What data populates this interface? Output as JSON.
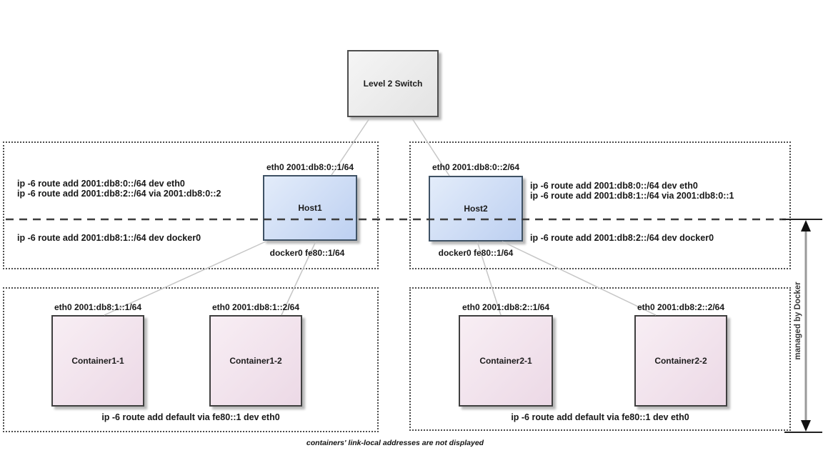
{
  "switch": {
    "label": "Level 2 Switch"
  },
  "hosts": [
    {
      "name": "Host1",
      "eth_label": "eth0 2001:db8:0::1/64",
      "docker_label": "docker0 fe80::1/64",
      "route_eth_1": "ip -6 route add 2001:db8:0::/64 dev eth0",
      "route_eth_2": "ip -6 route add 2001:db8:2::/64 via 2001:db8:0::2",
      "route_docker": "ip -6 route add 2001:db8:1::/64 dev docker0"
    },
    {
      "name": "Host2",
      "eth_label": "eth0 2001:db8:0::2/64",
      "docker_label": "docker0 fe80::1/64",
      "route_eth_1": "ip -6 route add 2001:db8:0::/64 dev eth0",
      "route_eth_2": "ip -6 route add 2001:db8:1::/64 via 2001:db8:0::1",
      "route_docker": "ip -6 route add 2001:db8:2::/64 dev docker0"
    }
  ],
  "container_groups": [
    {
      "default_route": "ip -6 route add default via fe80::1 dev eth0",
      "containers": [
        {
          "name": "Container1-1",
          "eth_label": "eth0 2001:db8:1::1/64"
        },
        {
          "name": "Container1-2",
          "eth_label": "eth0 2001:db8:1::2/64"
        }
      ]
    },
    {
      "default_route": "ip -6 route add default via fe80::1 dev eth0",
      "containers": [
        {
          "name": "Container2-1",
          "eth_label": "eth0 2001:db8:2::1/64"
        },
        {
          "name": "Container2-2",
          "eth_label": "eth0 2001:db8:2::2/64"
        }
      ]
    }
  ],
  "side_label": "managed by Docker",
  "caption": "containers' link-local addresses are not displayed",
  "colors": {
    "text": "#1a1a1a",
    "switch_fill_start": "#f5f5f5",
    "switch_fill_end": "#e3e3e3",
    "switch_border": "#4d4d4d",
    "host_fill_start": "#e3ecfa",
    "host_fill_end": "#bdd0f1",
    "host_border": "#3f5265",
    "container_fill_start": "#f8eef4",
    "container_fill_end": "#ecd9e6",
    "container_border": "#3f3f3f",
    "connector_line": "#c6c6c6",
    "dashed_line": "#3d3d3d",
    "arrow_line": "#9a9a9a"
  }
}
